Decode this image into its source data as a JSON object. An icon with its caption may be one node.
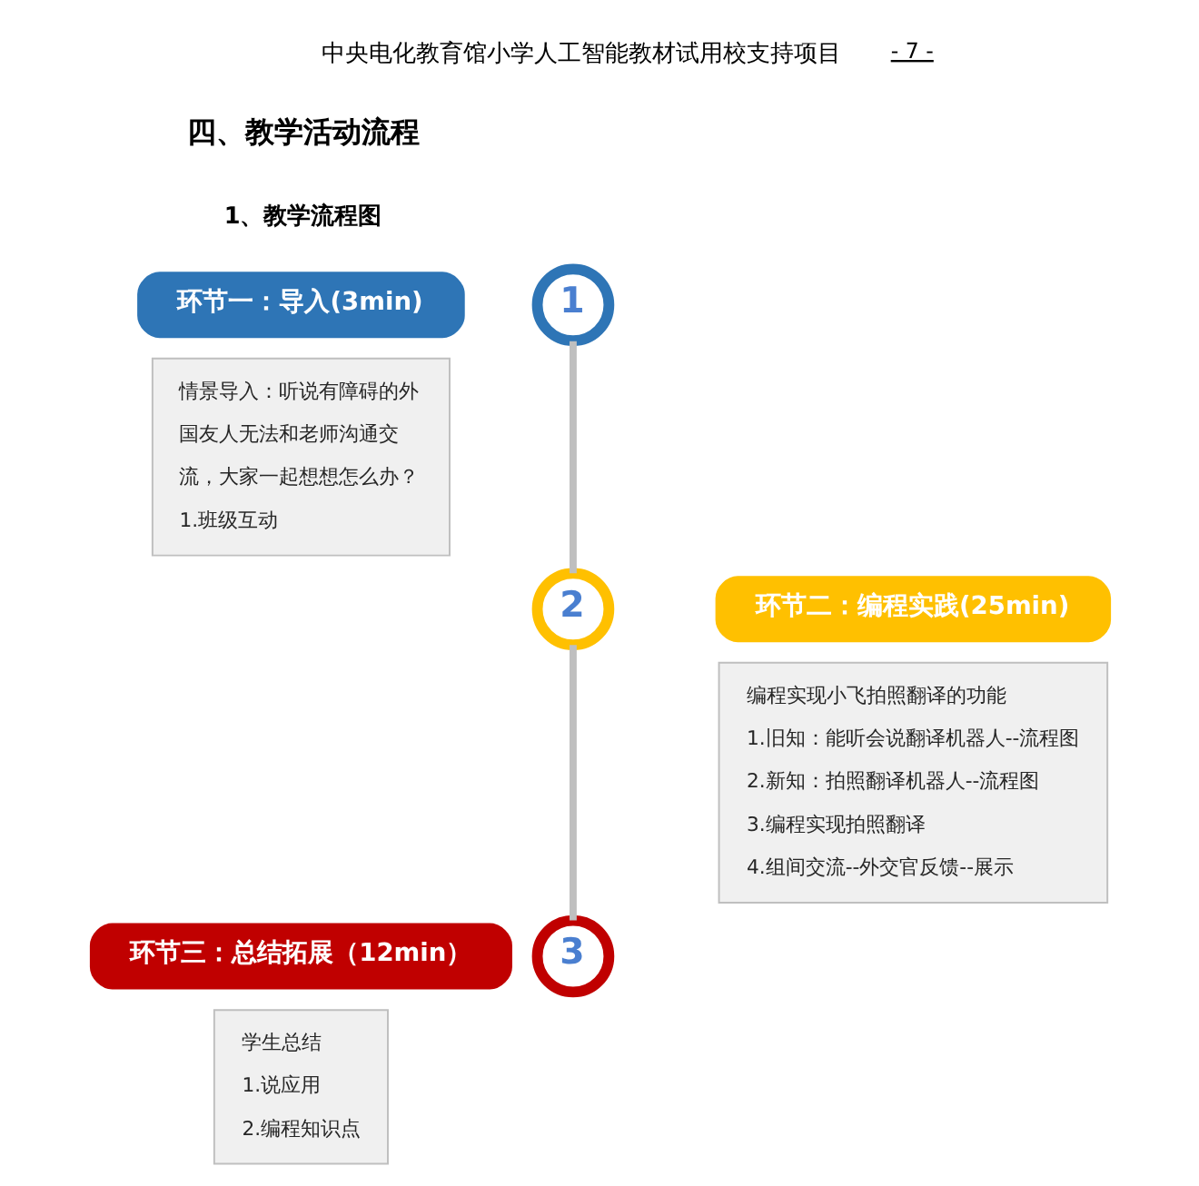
{
  "diagram": {
    "nodes": [
      {
        "text": [
          "环节一：导入(3min)"
        ]
      },
      {
        "text": [
          "1"
        ]
      },
      {
        "text": [
          "情景导入：听说有障碍的外国友人无法和老师沟通交流，大家一起想想怎么办？",
          "1.班级互动"
        ]
      },
      {
        "text": [
          "2"
        ]
      },
      {
        "text": [
          "环节二：编程实践(25min)"
        ]
      },
      {
        "text": [
          "编程实现小飞拍照翻译的功能",
          "1.旧知：能听会说翻译机器人--流程图",
          "2.新知：拍照翻译机器人--流程图",
          "3.编程实现拍照翻译",
          "4.组间交流--外交官反馈--展示"
        ]
      },
      {
        "text": [
          "环节三：总结拓展（12min）"
        ]
      },
      {
        "text": [
          "3"
        ]
      },
      {
        "text": [
          "学生总结",
          "1.说应用",
          "2.编程知识点"
        ]
      }
    ],
    "edges": [
      {
        "from": 1,
        "to": 3,
        "arrow": "none"
      },
      {
        "from": 3,
        "to": 7,
        "arrow": "none"
      }
    ],
    "labels": [
      "中央电化教育馆小学人工智能教材试用校支持项目",
      "- 7 -",
      "四、教学活动流程",
      "1、教学流程图"
    ]
  }
}
